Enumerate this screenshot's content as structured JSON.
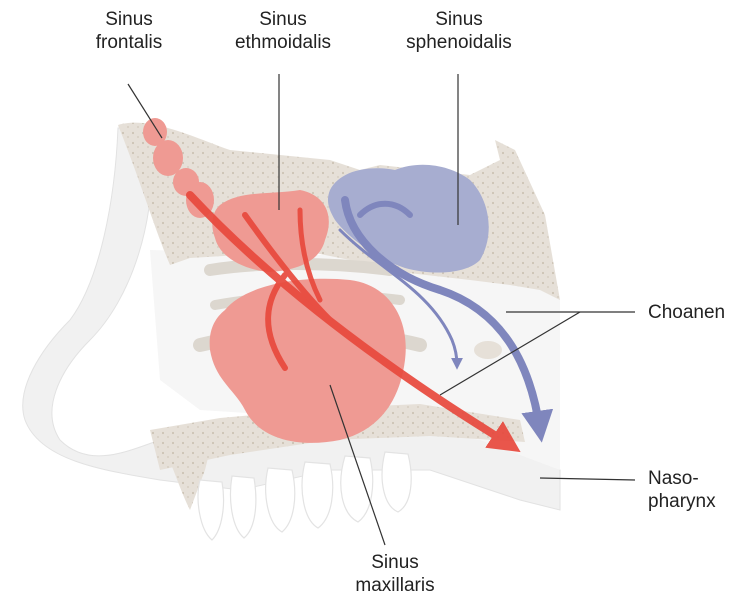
{
  "labels": {
    "sinus_frontalis": {
      "line1": "Sinus",
      "line2": "frontalis"
    },
    "sinus_ethmoidalis": {
      "line1": "Sinus",
      "line2": "ethmoidalis"
    },
    "sinus_sphenoidalis": {
      "line1": "Sinus",
      "line2": "sphenoidalis"
    },
    "choanen": {
      "line1": "Choanen"
    },
    "nasopharynx": {
      "line1": "Naso-",
      "line2": "pharynx"
    },
    "sinus_maxillaris": {
      "line1": "Sinus",
      "line2": "maxillaris"
    }
  },
  "colors": {
    "red_sinus": "#ef9a93",
    "red_arrow": "#e8493d",
    "blue_sinus": "#a7add0",
    "blue_arrow": "#7f86bd",
    "bone": "#e6e0d8",
    "soft_tissue": "#eeeeee",
    "leader_line": "#333333"
  }
}
